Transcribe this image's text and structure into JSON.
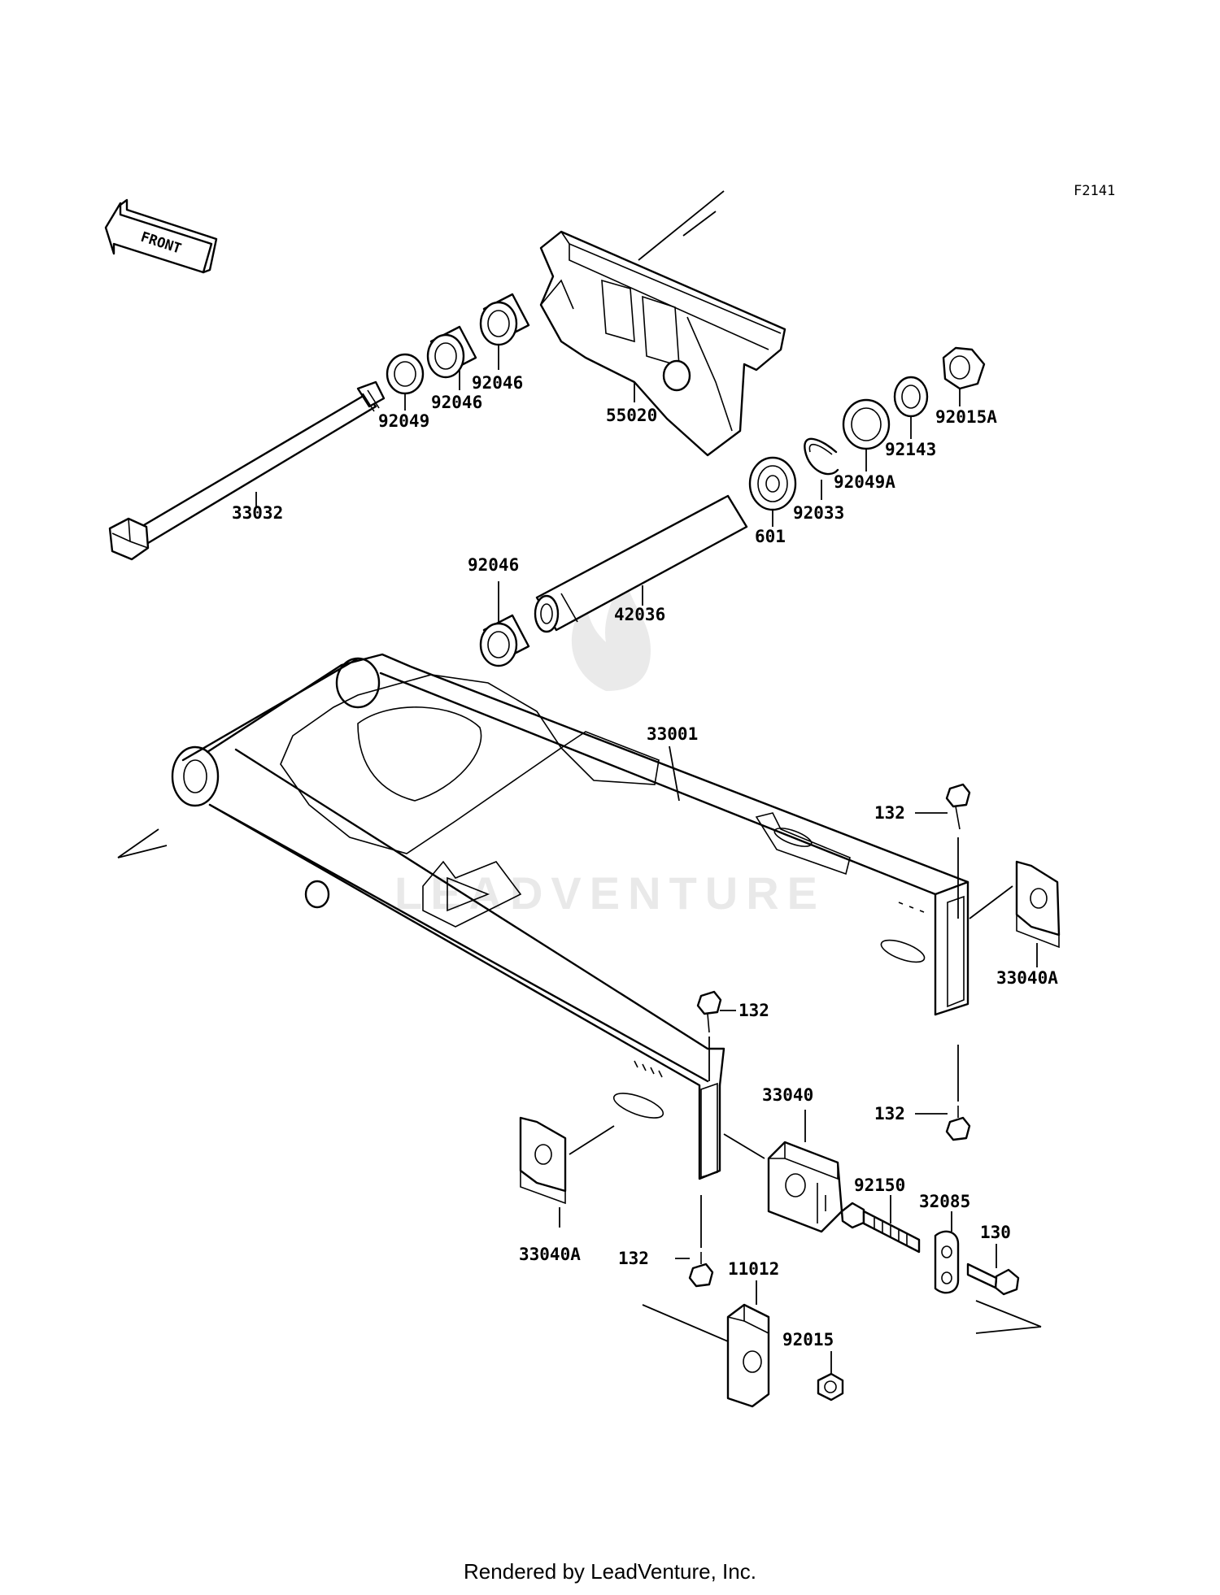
{
  "diagram_code": "F2141",
  "front_arrow_text": "FRONT",
  "watermark_text": "LEADVENTURE",
  "footer": "Rendered by LeadVenture, Inc.",
  "parts": {
    "p33032": "33032",
    "p92049": "92049",
    "p92046a": "92046",
    "p92046b": "92046",
    "p92046c": "92046",
    "p55020": "55020",
    "p92015A": "92015A",
    "p92143": "92143",
    "p92049A": "92049A",
    "p92033": "92033",
    "p601": "601",
    "p42036": "42036",
    "p33001": "33001",
    "p132a": "132",
    "p132b": "132",
    "p132c": "132",
    "p132d": "132",
    "p33040A_right": "33040A",
    "p33040A_left": "33040A",
    "p33040": "33040",
    "p92150": "92150",
    "p32085": "32085",
    "p130": "130",
    "p11012": "11012",
    "p92015": "92015"
  }
}
